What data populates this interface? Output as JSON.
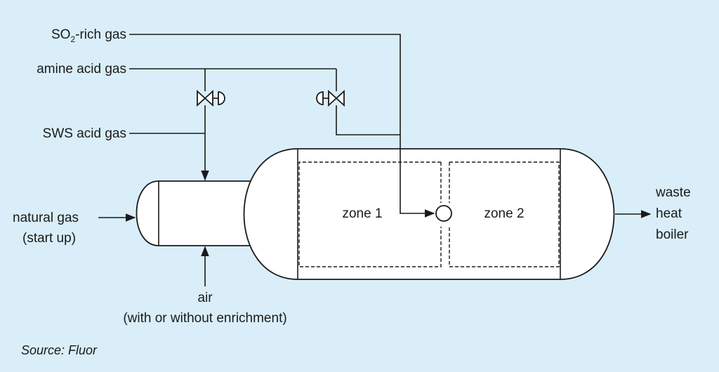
{
  "labels": {
    "so2_main": "SO",
    "so2_sub": "2",
    "so2_rest": "-rich gas",
    "amine": "amine acid gas",
    "sws": "SWS acid gas",
    "natural_gas_line1": "natural gas",
    "natural_gas_line2": "(start up)",
    "air_line1": "air",
    "air_line2": "(with or without enrichment)",
    "zone1": "zone 1",
    "zone2": "zone 2",
    "whb_line1": "waste",
    "whb_line2": "heat",
    "whb_line3": "boiler",
    "source": "Source: Fluor"
  }
}
